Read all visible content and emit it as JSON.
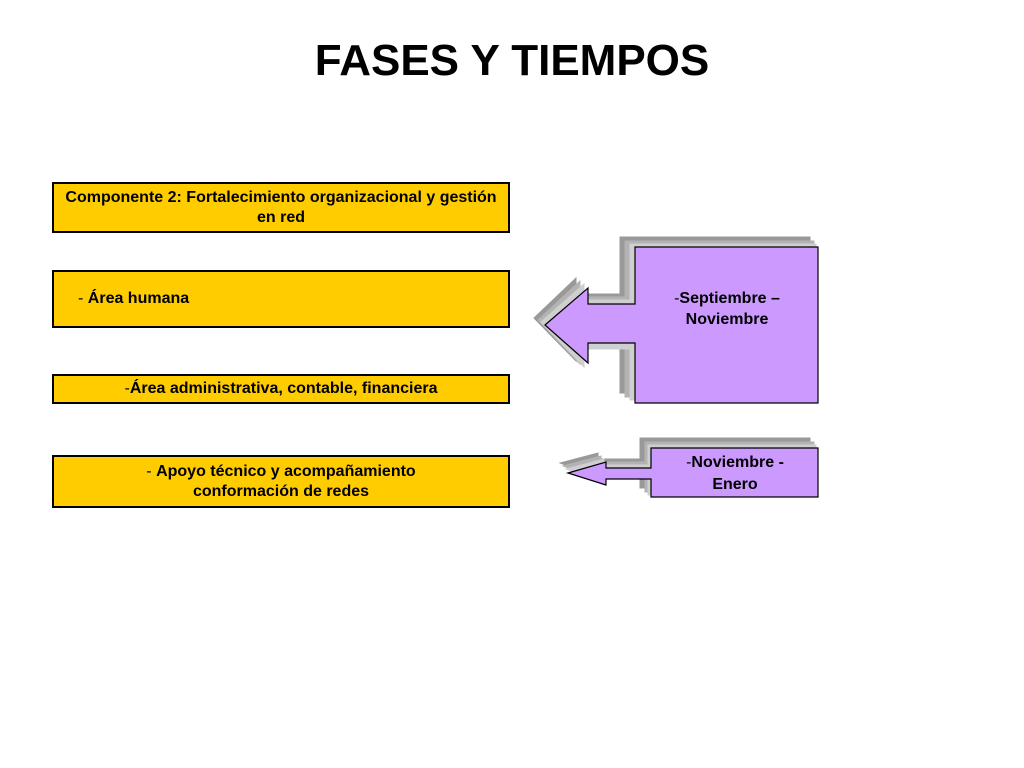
{
  "title": "FASES Y TIEMPOS",
  "components": [
    {
      "dash": "",
      "text": "Componente 2: Fortalecimiento organizacional y gestión en red"
    },
    {
      "dash": "- ",
      "text": "Área humana"
    },
    {
      "dash": "-",
      "text": "Área administrativa, contable, financiera"
    },
    {
      "dash": "- ",
      "text": "Apoyo técnico y acompañamiento conformación de redes"
    }
  ],
  "periods": [
    {
      "dash": "-",
      "line1": "Septiembre –",
      "line2": "Noviembre"
    },
    {
      "dash": "-",
      "line1": "Noviembre -",
      "line2": "Enero"
    }
  ],
  "colors": {
    "component_fill": "#ffcc00",
    "period_fill": "#cc99ff",
    "shadow": "#999999",
    "border": "#000000"
  }
}
